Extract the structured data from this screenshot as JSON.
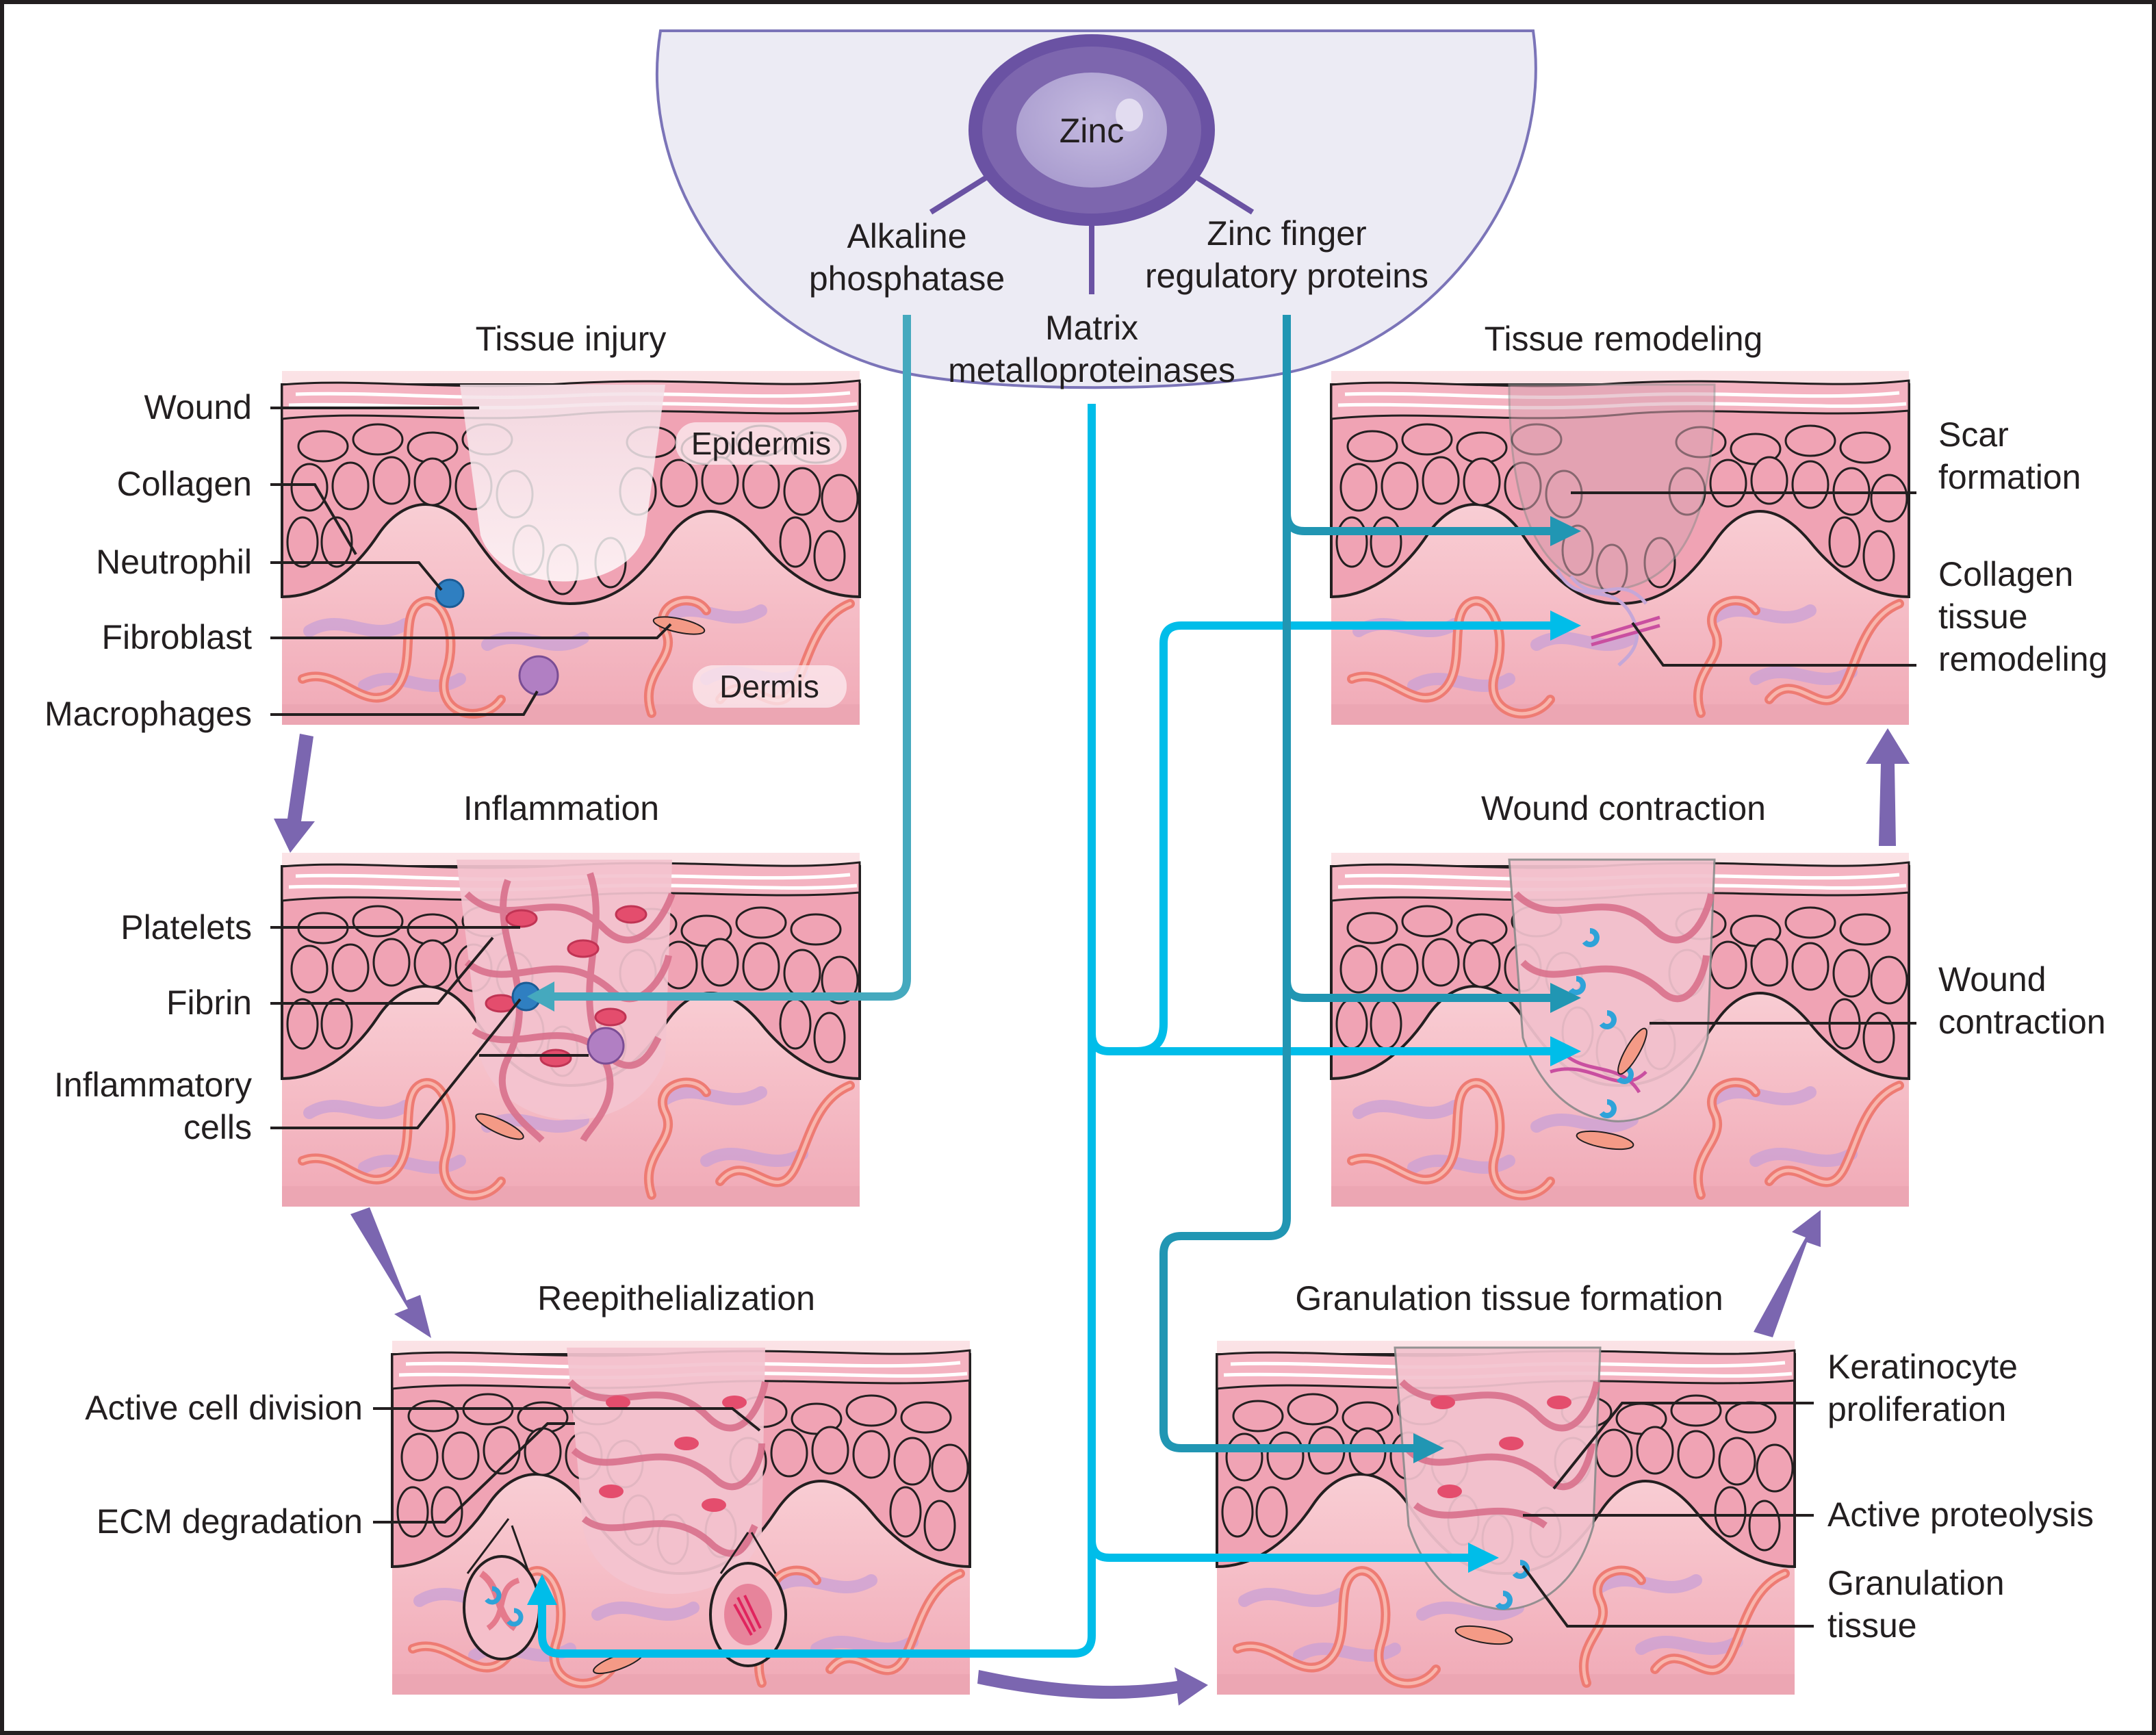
{
  "center": {
    "core_label": "Zinc",
    "enzymes": [
      {
        "id": "alkaline",
        "lines": [
          "Alkaline",
          "phosphatase"
        ]
      },
      {
        "id": "mmp",
        "lines": [
          "Matrix",
          "metalloproteinases"
        ]
      },
      {
        "id": "zinc_finger",
        "lines": [
          "Zinc finger",
          "regulatory proteins"
        ]
      }
    ]
  },
  "panels": [
    {
      "id": "tissue_injury",
      "title": "Tissue injury",
      "labels": [
        "Wound",
        "Collagen",
        "Neutrophil",
        "Fibroblast",
        "Macrophages"
      ],
      "tags": [
        "Epidermis",
        "Dermis"
      ]
    },
    {
      "id": "inflammation",
      "title": "Inflammation",
      "labels": [
        "Platelets",
        "Fibrin",
        "Inflammatory",
        "cells"
      ]
    },
    {
      "id": "reepithelialization",
      "title": "Reepithelialization",
      "labels": [
        "Active cell division",
        "ECM degradation"
      ]
    },
    {
      "id": "granulation",
      "title": "Granulation tissue formation",
      "labels": [
        "Keratinocyte",
        "proliferation",
        "Active proteolysis",
        "Granulation",
        "tissue"
      ]
    },
    {
      "id": "wound_contraction",
      "title": "Wound contraction",
      "labels": [
        "Wound",
        "contraction"
      ]
    },
    {
      "id": "tissue_remodeling",
      "title": "Tissue remodeling",
      "labels": [
        "Scar",
        "formation",
        "Collagen",
        "tissue",
        "remodeling"
      ]
    }
  ],
  "flow_order": [
    "Tissue injury",
    "Inflammation",
    "Reepithelialization",
    "Granulation tissue formation",
    "Wound contraction",
    "Tissue remodeling"
  ],
  "colors": {
    "dome_fill": "#ecebf4",
    "dome_stroke": "#7b74b8",
    "zinc_outer": "#6a52a3",
    "zinc_mid": "#7d66ae",
    "zinc_inner": "#b4a8d4",
    "flow_arrow": "#7b66b0",
    "alkaline_connector": "#45a9be",
    "mmp_connector": "#00bde9",
    "zinc_finger_connector": "#2196b3",
    "skin_epidermis": "#f0a3b4",
    "skin_dermis": "#f7c5cd"
  }
}
